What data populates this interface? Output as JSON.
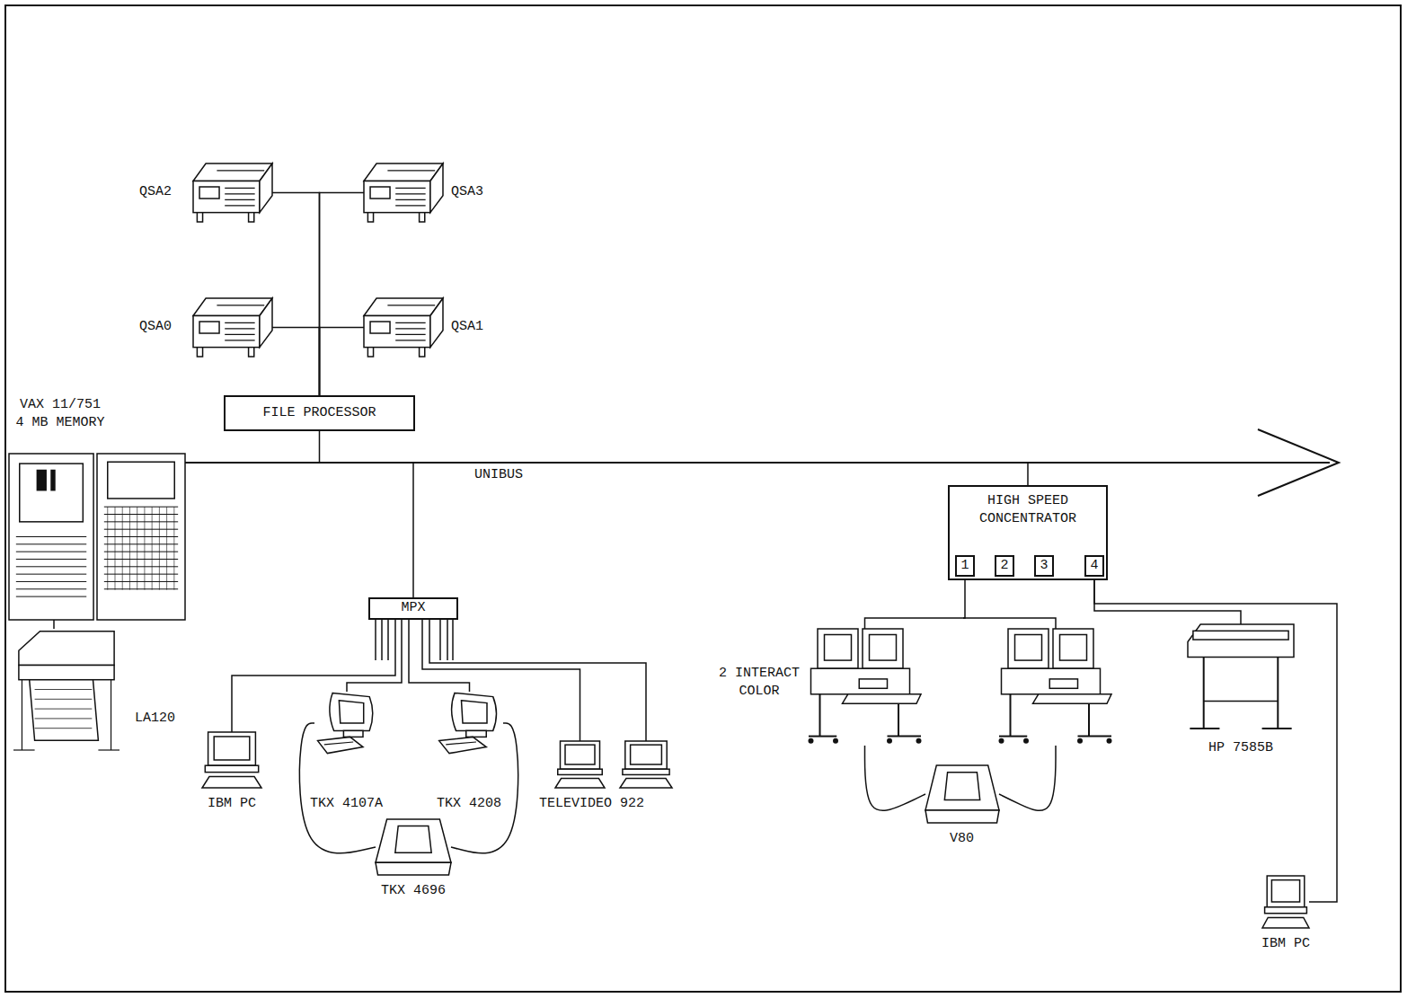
{
  "diagram": {
    "nodes": [
      {
        "text": [
          "QSA2"
        ]
      },
      {
        "text": [
          "QSA3"
        ]
      },
      {
        "text": [
          "QSA0"
        ]
      },
      {
        "text": [
          "QSA1"
        ]
      },
      {
        "text": [
          "FILE PROCESSOR"
        ]
      },
      {
        "text": [
          "VAX 11/751 4 MB MEMORY"
        ]
      },
      {
        "text": [
          "LA120"
        ]
      },
      {
        "text": [
          "MPX"
        ]
      },
      {
        "text": [
          "IBM PC"
        ]
      },
      {
        "text": [
          "TKX 4107A"
        ]
      },
      {
        "text": [
          "TKX 4208"
        ]
      },
      {
        "text": [
          "TELEVIDEO 922"
        ]
      },
      {
        "text": [
          "TKX 4696"
        ]
      },
      {
        "text": [
          "HIGH SPEED CONCENTRATOR"
        ]
      },
      {
        "text": [
          "1"
        ],
        "in": 13
      },
      {
        "text": [
          "2"
        ],
        "in": 13
      },
      {
        "text": [
          "3"
        ],
        "in": 13
      },
      {
        "text": [
          "4"
        ],
        "in": 13
      },
      {
        "text": [
          "2 INTERACT COLOR"
        ]
      },
      {
        "text": [
          "V80"
        ]
      },
      {
        "text": [
          "HP 7585B"
        ]
      },
      {
        "text": [
          "IBM PC"
        ]
      }
    ],
    "edges": [
      {
        "from": 4,
        "to": 0,
        "arrow": "none"
      },
      {
        "from": 4,
        "to": 1,
        "arrow": "none"
      },
      {
        "from": 4,
        "to": 2,
        "arrow": "none"
      },
      {
        "from": 4,
        "to": 3,
        "arrow": "none"
      },
      {
        "from": 5,
        "to": 4,
        "arrow": "none"
      },
      {
        "from": 5,
        "to": 6,
        "arrow": "none"
      },
      {
        "from": 5,
        "to": 7,
        "arrow": "none"
      },
      {
        "from": 5,
        "to": 13,
        "arrow": "none"
      },
      {
        "from": 7,
        "to": 8,
        "arrow": "none"
      },
      {
        "from": 7,
        "to": 9,
        "arrow": "none"
      },
      {
        "from": 7,
        "to": 10,
        "arrow": "none"
      },
      {
        "from": 7,
        "to": 11,
        "arrow": "none"
      },
      {
        "from": 9,
        "to": 12,
        "arrow": "none"
      },
      {
        "from": 10,
        "to": 12,
        "arrow": "none"
      },
      {
        "from": 14,
        "to": 18,
        "arrow": "none"
      },
      {
        "from": 17,
        "to": 20,
        "arrow": "none"
      },
      {
        "from": 17,
        "to": 21,
        "arrow": "none"
      },
      {
        "from": 18,
        "to": 19,
        "arrow": "none"
      }
    ],
    "labels": [
      "UNIBUS"
    ]
  }
}
